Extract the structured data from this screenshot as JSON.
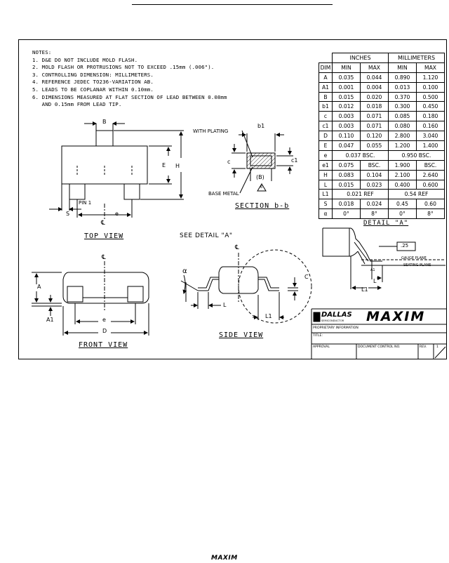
{
  "notes": {
    "heading": "NOTES:",
    "lines": [
      "1. D&E DO NOT INCLUDE MOLD FLASH.",
      "2. MOLD FLASH OR PROTRUSIONS NOT TO EXCEED .15mm (.006\").",
      "3. CONTROLLING DIMENSION: MILLIMETERS.",
      "4. REFERENCE JEDEC TO236-VARIATION AB.",
      "5. LEADS TO BE COPLANAR WITHIN 0.10mm.",
      "6. DIMENSIONS MEASURED AT FLAT SECTION OF LEAD BETWEEN 0.08mm",
      "   AND 0.15mm FROM LEAD TIP."
    ]
  },
  "table": {
    "group_headers": [
      "INCHES",
      "MILLIMETERS"
    ],
    "col_headers": [
      "DIM",
      "MIN",
      "MAX",
      "MIN",
      "MAX"
    ],
    "rows": [
      [
        "A",
        "0.035",
        "0.044",
        "0.890",
        "1.120"
      ],
      [
        "A1",
        "0.001",
        "0.004",
        "0.013",
        "0.100"
      ],
      [
        "B",
        "0.015",
        "0.020",
        "0.370",
        "0.500"
      ],
      [
        "b1",
        "0.012",
        "0.018",
        "0.300",
        "0.450"
      ],
      [
        "c",
        "0.003",
        "0.071",
        "0.085",
        "0.180"
      ],
      [
        "c1",
        "0.003",
        "0.071",
        "0.080",
        "0.160"
      ],
      [
        "D",
        "0.110",
        "0.120",
        "2.800",
        "3.040"
      ],
      [
        "E",
        "0.047",
        "0.055",
        "1.200",
        "1.400"
      ],
      [
        "e",
        "0.037 BSC.",
        "",
        "0.950 BSC.",
        ""
      ],
      [
        "e1",
        "0.075",
        "BSC.",
        "1.900",
        "BSC."
      ],
      [
        "H",
        "0.083",
        "0.104",
        "2.100",
        "2.640"
      ],
      [
        "L",
        "0.015",
        "0.023",
        "0.400",
        "0.600"
      ],
      [
        "L1",
        "0.021 REF",
        "",
        "0.54 REF",
        ""
      ],
      [
        "S",
        "0.018",
        "0.024",
        "0.45",
        "0.60"
      ],
      [
        "α",
        "0°",
        "8°",
        "0°",
        "8°"
      ]
    ]
  },
  "labels": {
    "b_top": "B",
    "e_top": "E",
    "h_top": "H",
    "pin1": "PIN 1",
    "s_top": "S",
    "e_pitch": "e",
    "cl_top": "℄",
    "top_view": "TOP VIEW",
    "with_plating": "WITH PLATING",
    "b1_sec": "b1",
    "c_sec": "c",
    "c1_sec": "c1",
    "b_sec": "(B)",
    "base_metal": "BASE METAL",
    "note6_mark": "6",
    "section_view": "SECTION b-b",
    "detail_a": "DETAIL \"A\"",
    "detail_dim": ".25",
    "gauge_plane": "GAUGE PLANE",
    "seating_plane": "SEATING PLANE",
    "detail_l": "L",
    "detail_l1": "L1",
    "detail_a1": "A1",
    "see_detail": "SEE DETAIL \"A\"",
    "cl_side": "℄",
    "alpha": "α",
    "c_side": "C",
    "l_side": "L",
    "l1_side": "L1",
    "side_view": "SIDE VIEW",
    "cl_front": "℄",
    "a_front": "A",
    "a1_front": "A1",
    "e1_front": "e",
    "d_front": "D",
    "front_view": "FRONT VIEW"
  },
  "title_block": {
    "brand_left": "DALLAS",
    "brand_left_sub": "SEMICONDUCTOR",
    "brand_right": "MAXIM",
    "proprietary": "PROPRIETARY INFORMATION",
    "title_label": "TITLE:",
    "approval": "APPROVAL",
    "doc_control": "DOCUMENT CONTROL NO.",
    "rev": "REV.",
    "sheet": "1"
  },
  "footer_logo": "MAXIM"
}
